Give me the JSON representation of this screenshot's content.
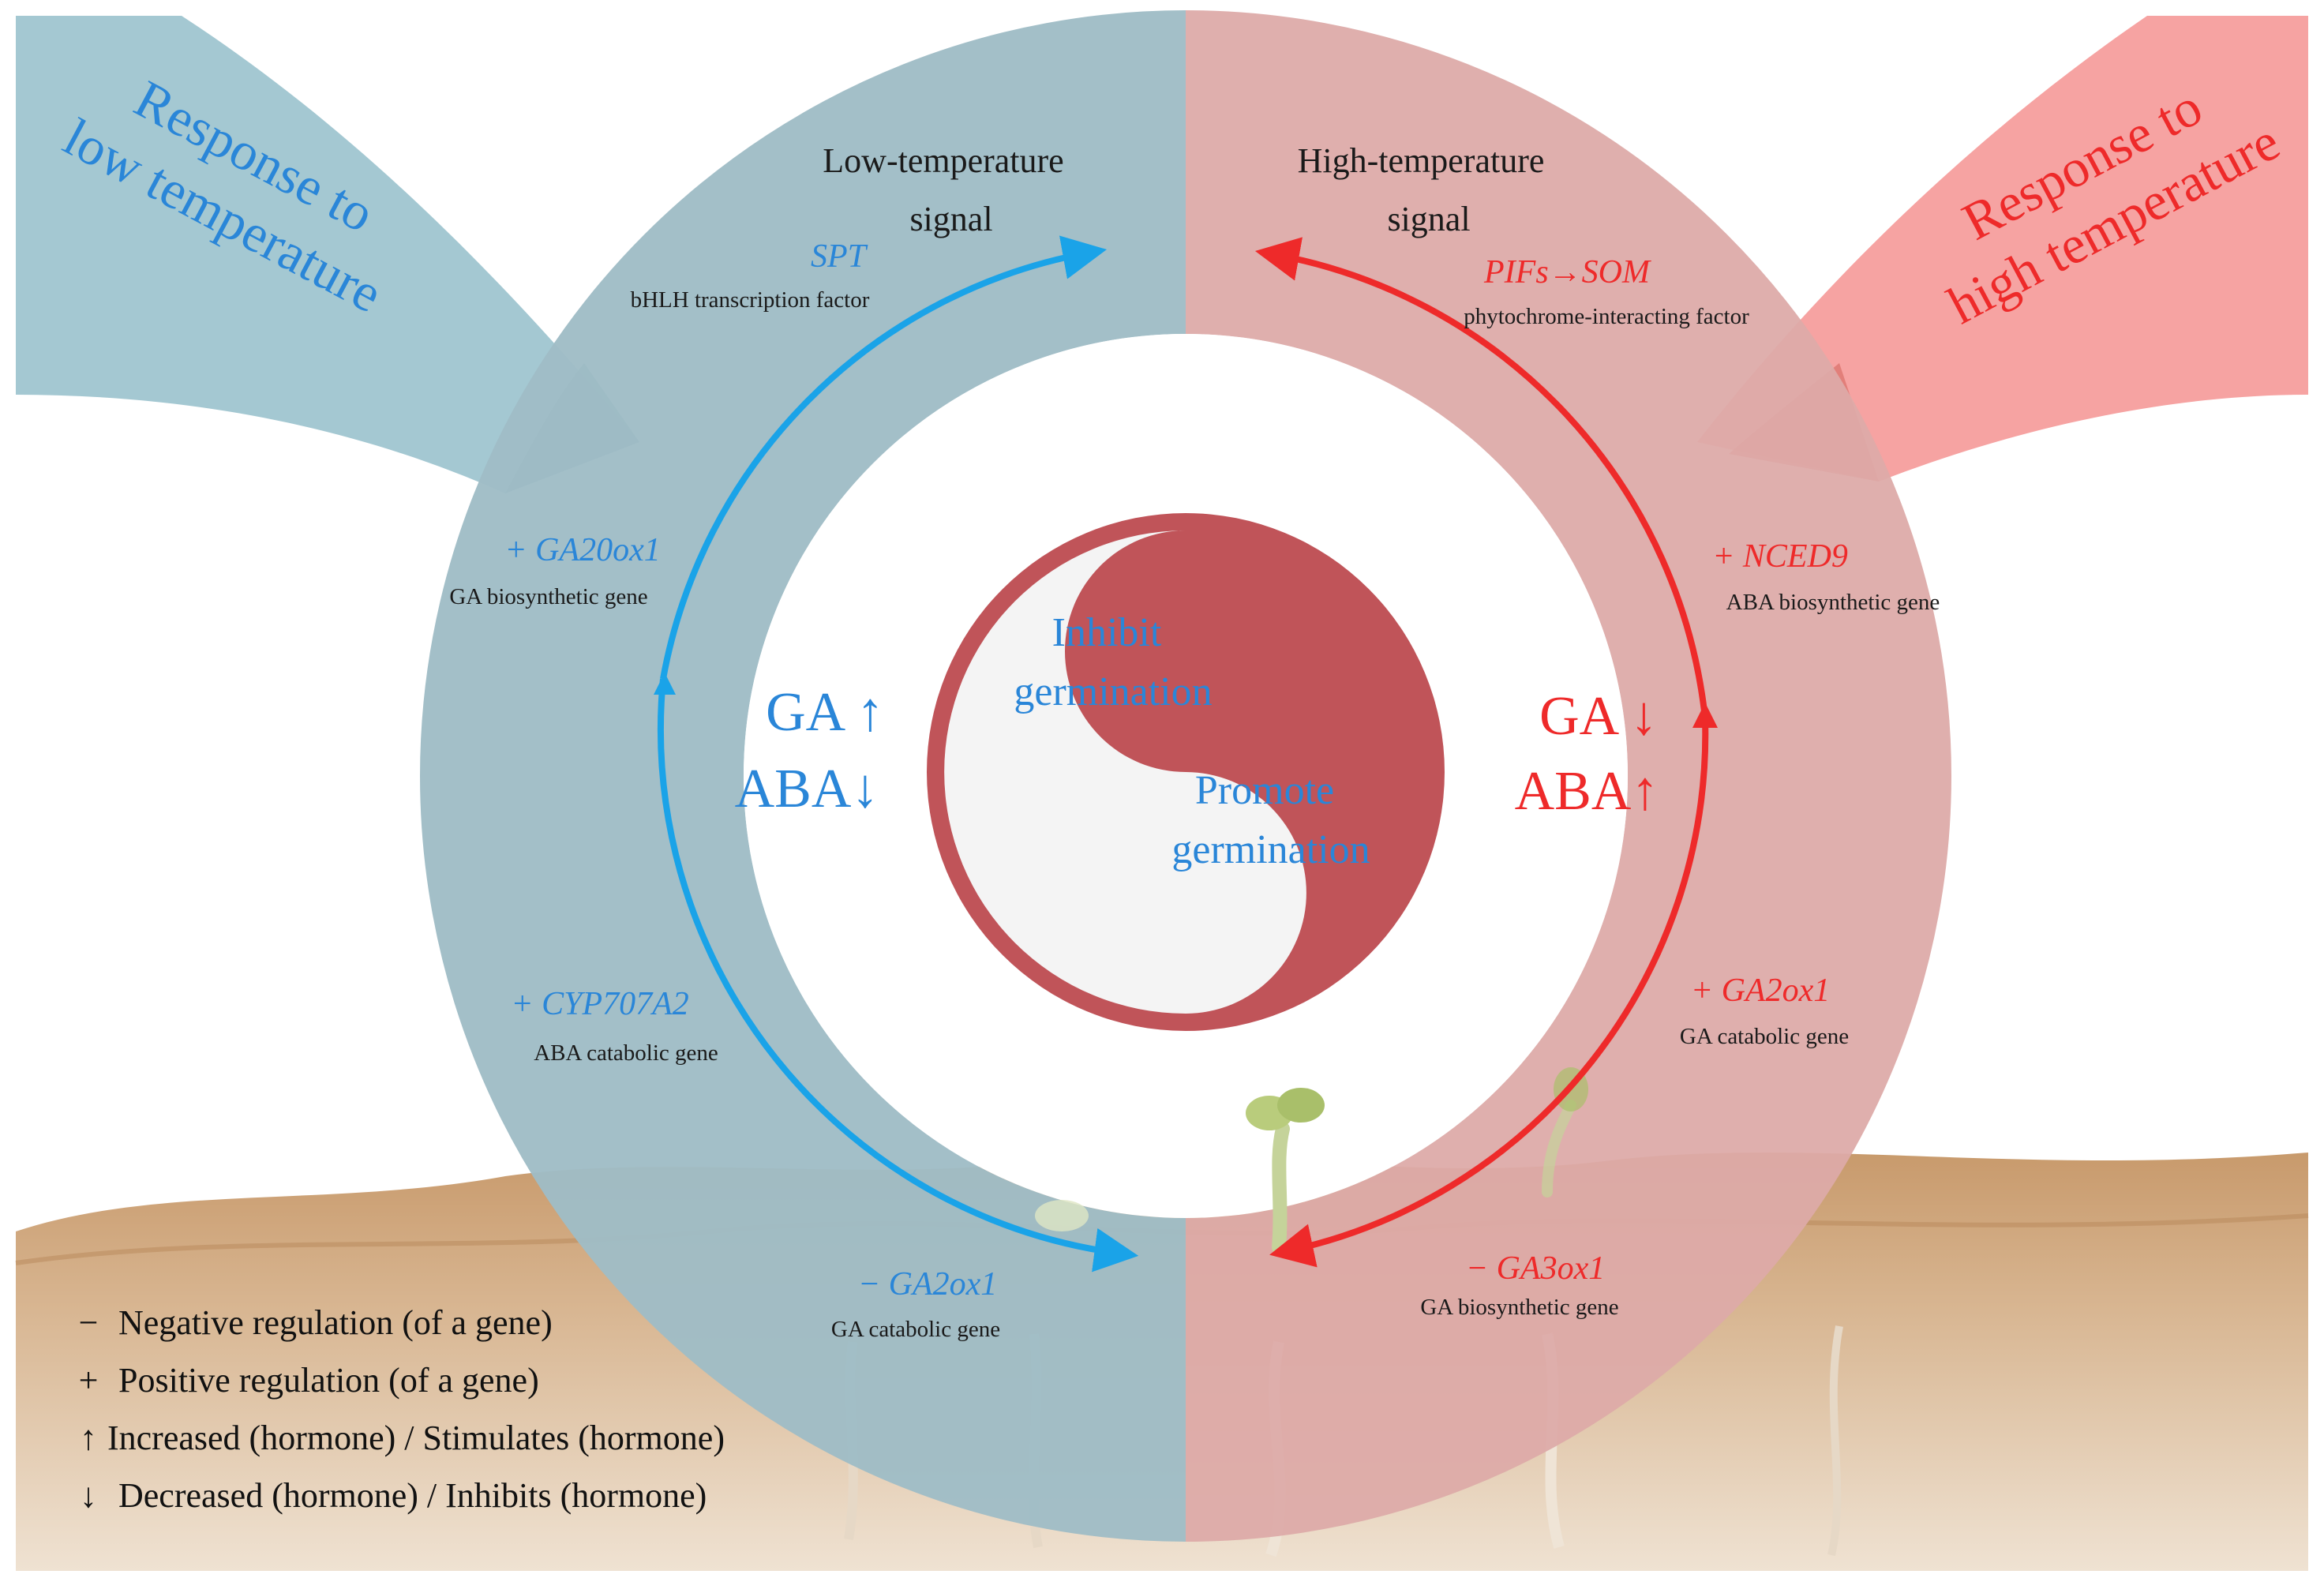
{
  "colors": {
    "cold": "#1aa3e8",
    "cold_text": "#2a86d8",
    "cold_ring": "#9fbcc6",
    "hot": "#ee2a2a",
    "hot_ring": "#ddaaa8",
    "yin_dark": "#c05459",
    "yin_light": "#f4f4f4",
    "soil": "#c9a27a"
  },
  "banners": {
    "low": {
      "line1": "Response to",
      "line2": "low temperature"
    },
    "high": {
      "line1": "Response to",
      "line2": "high temperature"
    }
  },
  "signals": {
    "low": {
      "line1": "Low-temperature",
      "line2": "signal"
    },
    "high": {
      "line1": "High-temperature",
      "line2": "signal"
    }
  },
  "genes": {
    "spt": {
      "name": "SPT",
      "desc": "bHLH transcription factor"
    },
    "ga20ox1": {
      "name": "+ GA20ox1",
      "desc": "GA biosynthetic gene"
    },
    "cyp707a2": {
      "name": "+ CYP707A2",
      "desc": "ABA catabolic gene"
    },
    "ga2ox1_low": {
      "name": "− GA2ox1",
      "desc": "GA catabolic gene"
    },
    "pifs": {
      "name": "PIFs→SOM",
      "desc": "phytochrome-interacting factor"
    },
    "nced9": {
      "name": "+ NCED9",
      "desc": "ABA biosynthetic gene"
    },
    "ga2ox1_high": {
      "name": "+ GA2ox1",
      "desc": "GA catabolic gene"
    },
    "ga3ox1": {
      "name": "− GA3ox1",
      "desc": "GA biosynthetic gene"
    }
  },
  "hormones": {
    "low": {
      "ga": "GA ↑",
      "aba": "ABA↓"
    },
    "high": {
      "ga": "GA ↓",
      "aba": "ABA↑"
    }
  },
  "center": {
    "inhibit": {
      "line1": "Inhibit",
      "line2": "germination"
    },
    "promote": {
      "line1": "Promote",
      "line2": "germination"
    }
  },
  "legend": [
    {
      "symbol": "−",
      "text": "Negative regulation (of a gene)"
    },
    {
      "symbol": "+",
      "text": "Positive regulation (of a gene)"
    },
    {
      "symbol": "↑",
      "text": "Increased (hormone) / Stimulates (hormone)"
    },
    {
      "symbol": "↓",
      "text": "Decreased (hormone) / Inhibits (hormone)"
    }
  ]
}
